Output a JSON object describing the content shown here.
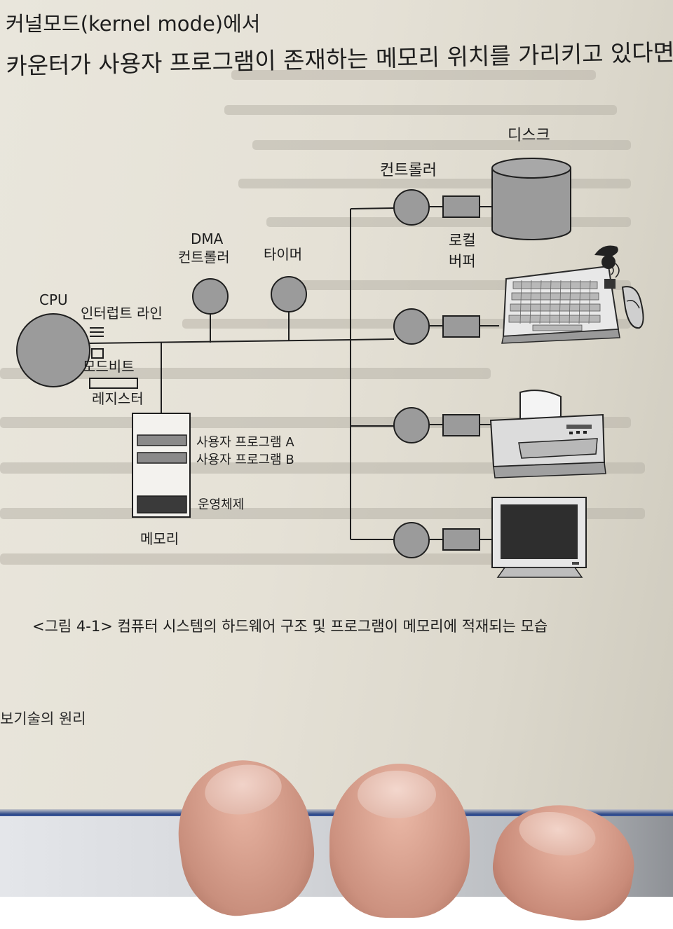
{
  "header": {
    "line1": "커널모드(kernel mode)에서",
    "line2": "카운터가 사용자 프로그램이 존재하는 메모리 위치를 가리키고 있다면"
  },
  "diagram": {
    "cpu": "CPU",
    "interrupt_line": "인터럽트 라인",
    "mode_bit": "모드비트",
    "register": "레지스터",
    "dma_line1": "DMA",
    "dma_line2": "컨트롤러",
    "timer": "타이머",
    "memory": "메모리",
    "user_program_a": "사용자 프로그램 A",
    "user_program_b": "사용자 프로그램 B",
    "operating_system": "운영체제",
    "controller": "컨트롤러",
    "disk": "디스크",
    "local_buffer_line1": "로컬",
    "local_buffer_line2": "버퍼"
  },
  "caption": "<그림 4-1> 컴퓨터 시스템의 하드웨어 구조 및 프로그램이 메모리에 적재되는 모습",
  "footer": "보기술의 원리",
  "colors": {
    "paper": "#e5e1d6",
    "node_fill": "#9b9b9b",
    "ink": "#1d1d1d",
    "book_edge": "#2f4a8a"
  }
}
